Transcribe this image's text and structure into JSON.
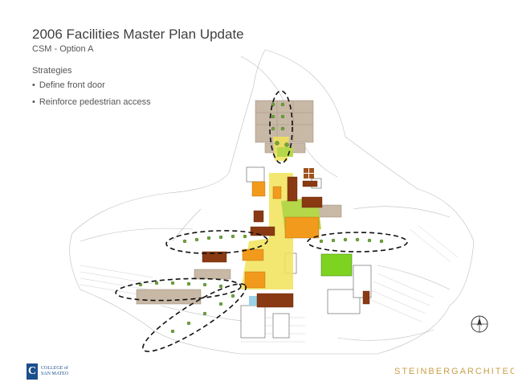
{
  "header": {
    "title": "2006 Facilities Master Plan Update",
    "subtitle": "CSM - Option A"
  },
  "strategies": {
    "heading": "Strategies",
    "items": [
      "Define front door",
      "Reinforce pedestrian access"
    ]
  },
  "logos": {
    "college_line1": "COLLEGE of",
    "college_line2": "SAN MATEO",
    "firm": "STEINBERGARCHITECTS"
  },
  "colors": {
    "building_brown": "#8a3a12",
    "building_orange": "#f19a1c",
    "plaza_yellow": "#f2e35a",
    "lawn_green": "#b5d84a",
    "field_green": "#7ed321",
    "existing_tan": "#c8b8a6",
    "firm_gold": "#c9a04a",
    "college_blue": "#1d4f8c"
  }
}
